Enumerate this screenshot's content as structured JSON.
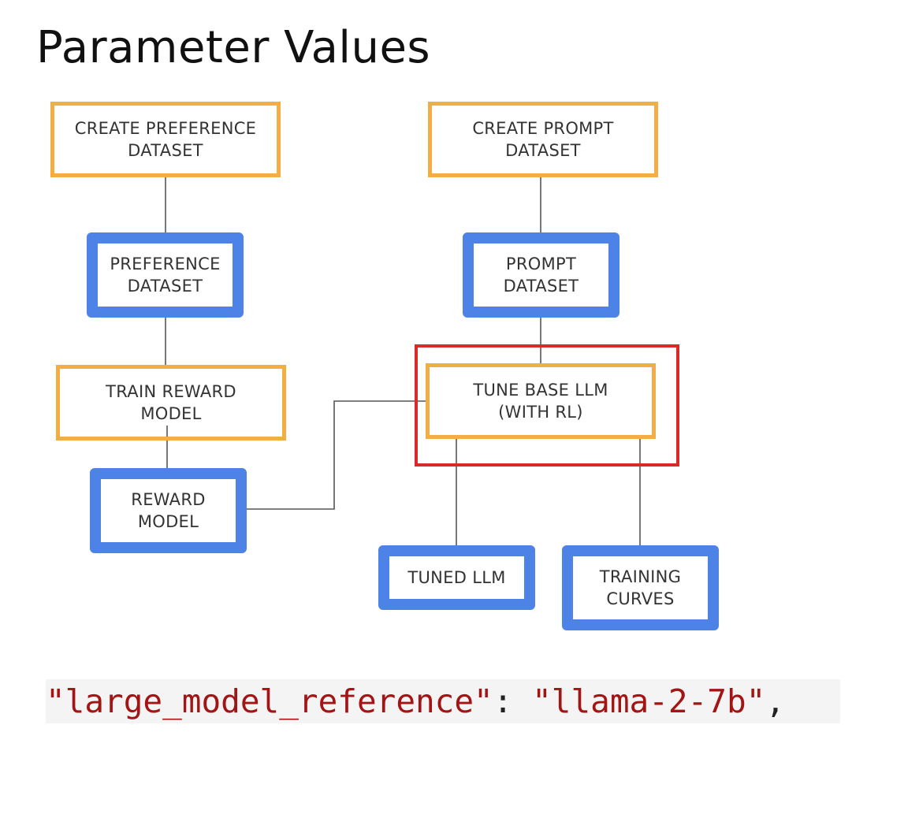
{
  "title": "Parameter Values",
  "diagram": {
    "steps": {
      "create_preference_dataset": "CREATE PREFERENCE\nDATASET",
      "create_prompt_dataset": "CREATE PROMPT\nDATASET",
      "train_reward_model": "TRAIN REWARD\nMODEL",
      "tune_base_llm": "TUNE BASE LLM\n(WITH RL)"
    },
    "artifacts": {
      "preference_dataset": "PREFERENCE\nDATASET",
      "prompt_dataset": "PROMPT\nDATASET",
      "reward_model": "REWARD\nMODEL",
      "tuned_llm": "TUNED LLM",
      "training_curves": "TRAINING\nCURVES"
    },
    "highlighted_step": "tune_base_llm"
  },
  "code": {
    "key": "\"large_model_reference\"",
    "separator": ": ",
    "value": "\"llama-2-7b\"",
    "trailing": ","
  },
  "colors": {
    "step_border": "#f2ad44",
    "artifact_border": "#4d82e6",
    "highlight_border": "#d92a2a",
    "code_string": "#a31515"
  }
}
